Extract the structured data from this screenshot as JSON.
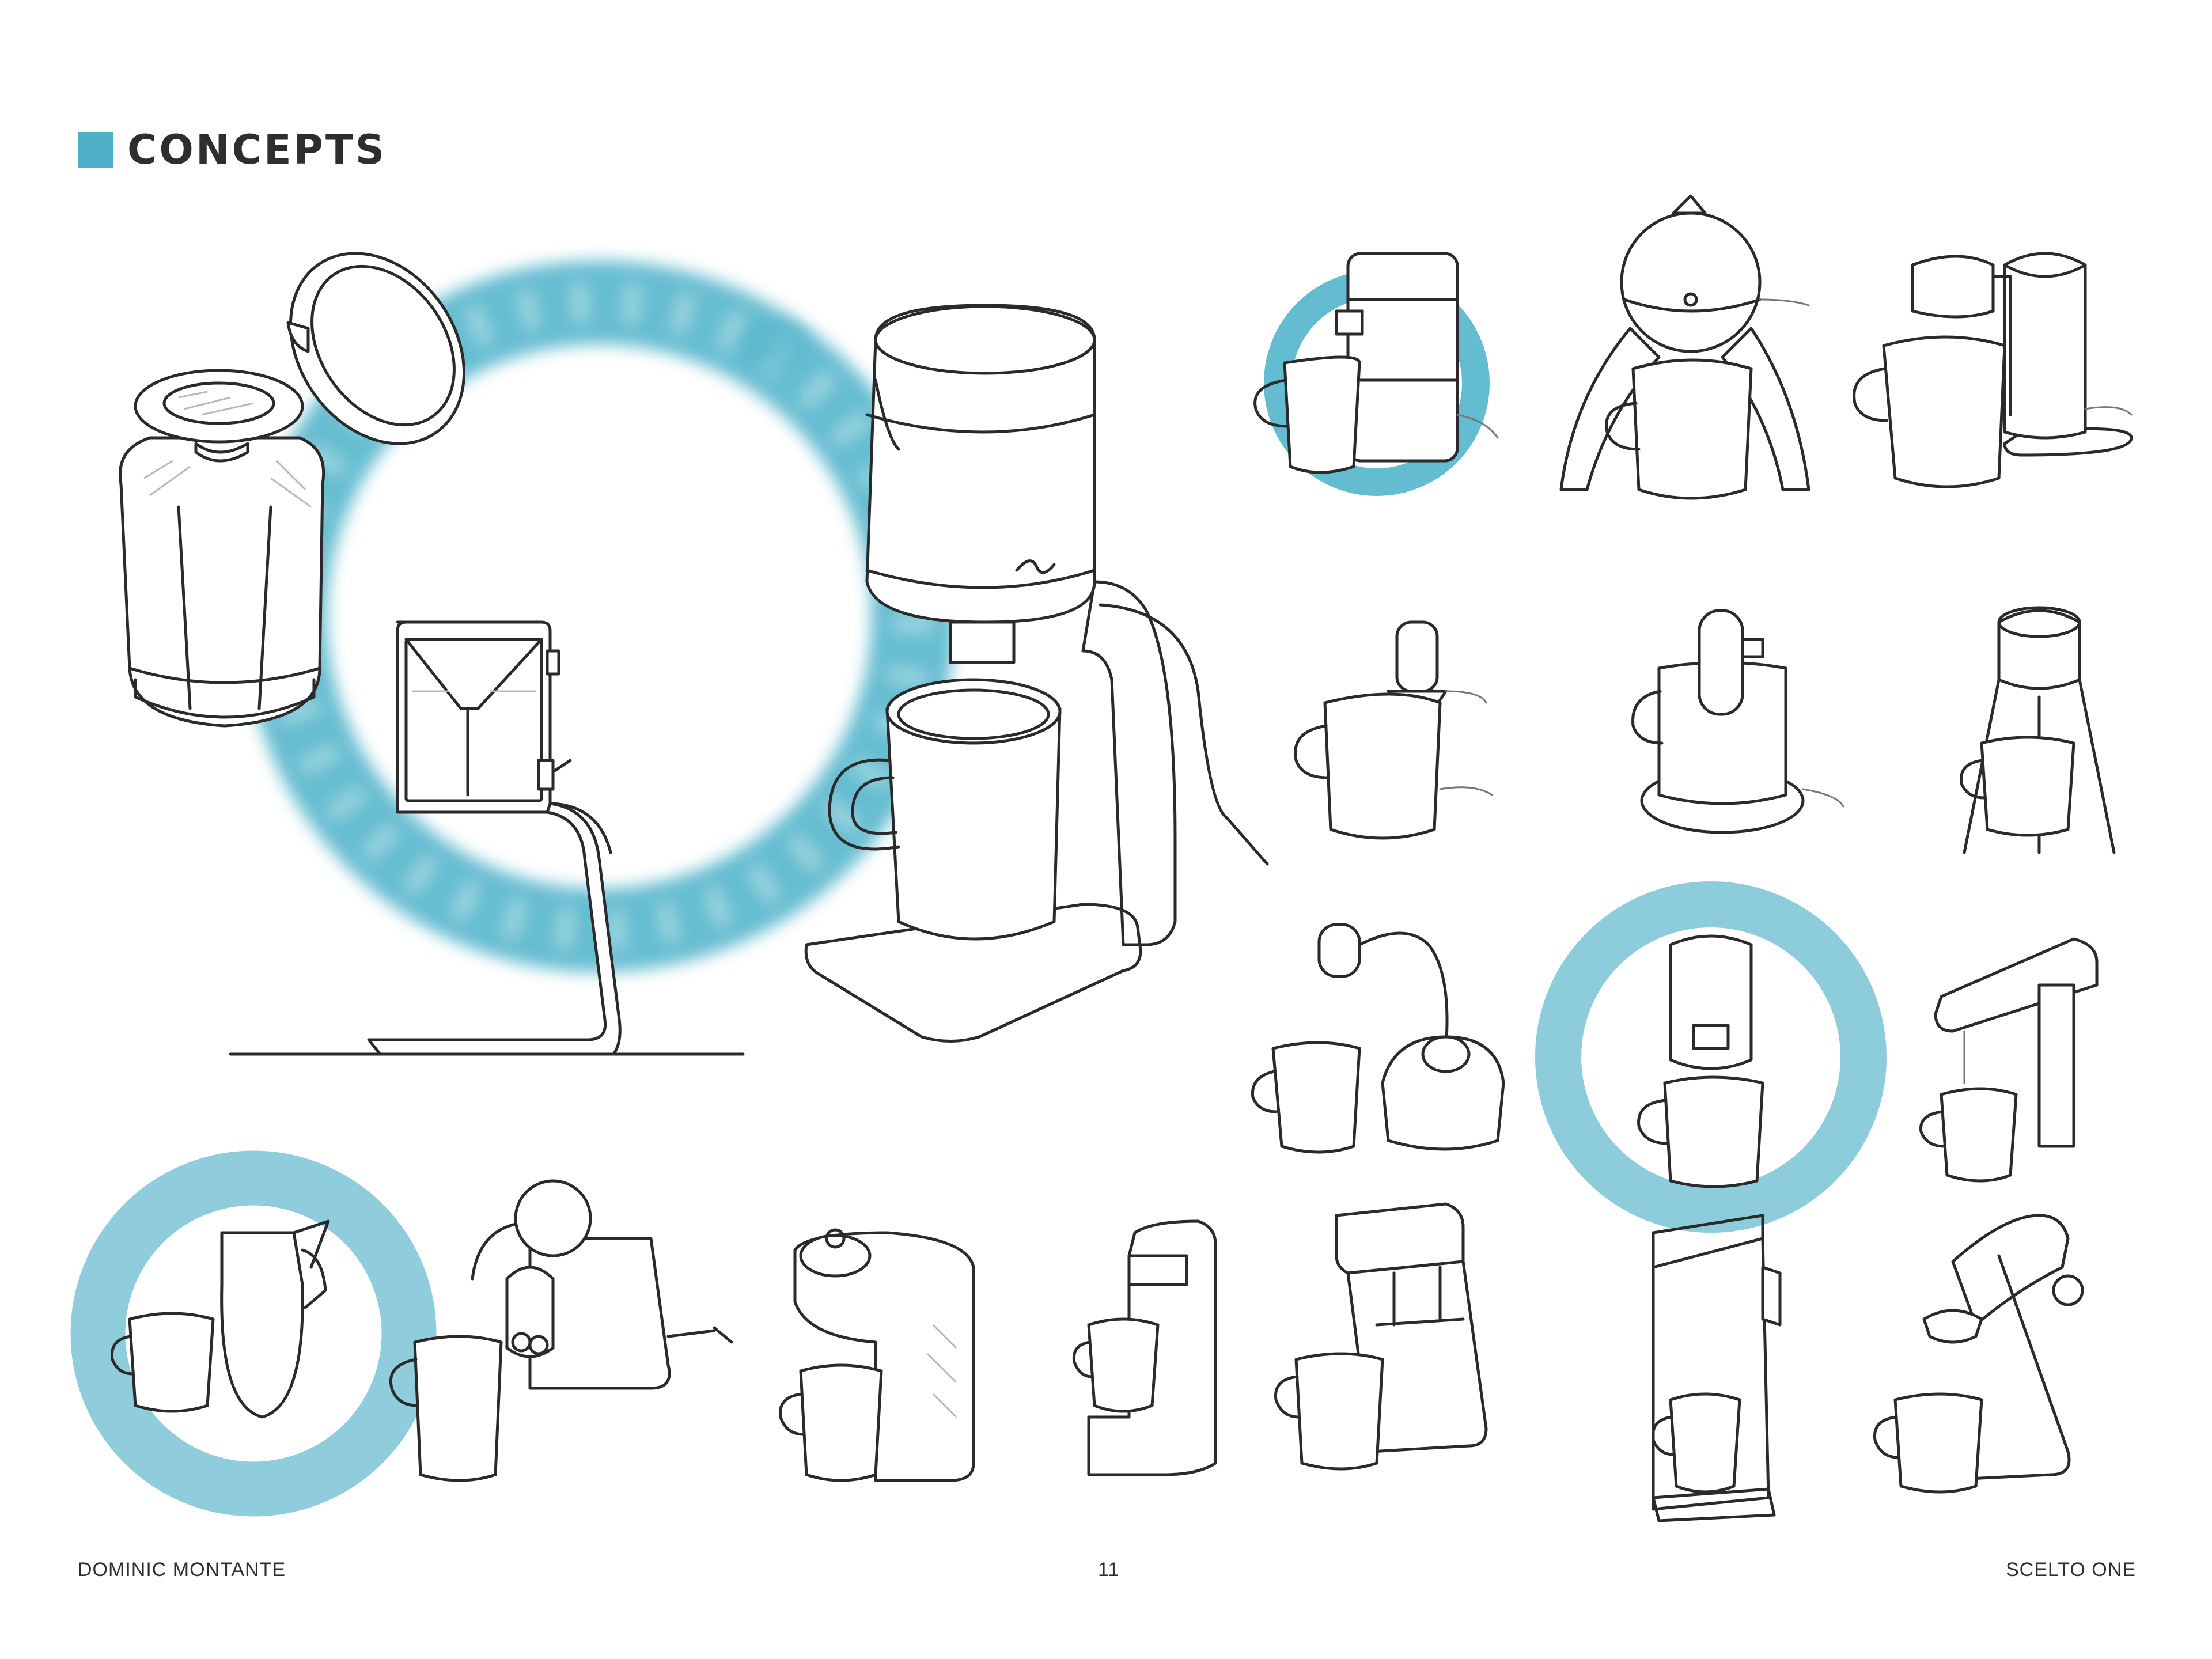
{
  "header": {
    "title": "CONCEPTS"
  },
  "footer": {
    "author": "DOMINIC MONTANTE",
    "page_number": "11",
    "project": "SCELTO ONE"
  },
  "colors": {
    "accent": "#56b6cc",
    "accent_light": "#8fcbd9",
    "ink": "#2a2a2a"
  }
}
